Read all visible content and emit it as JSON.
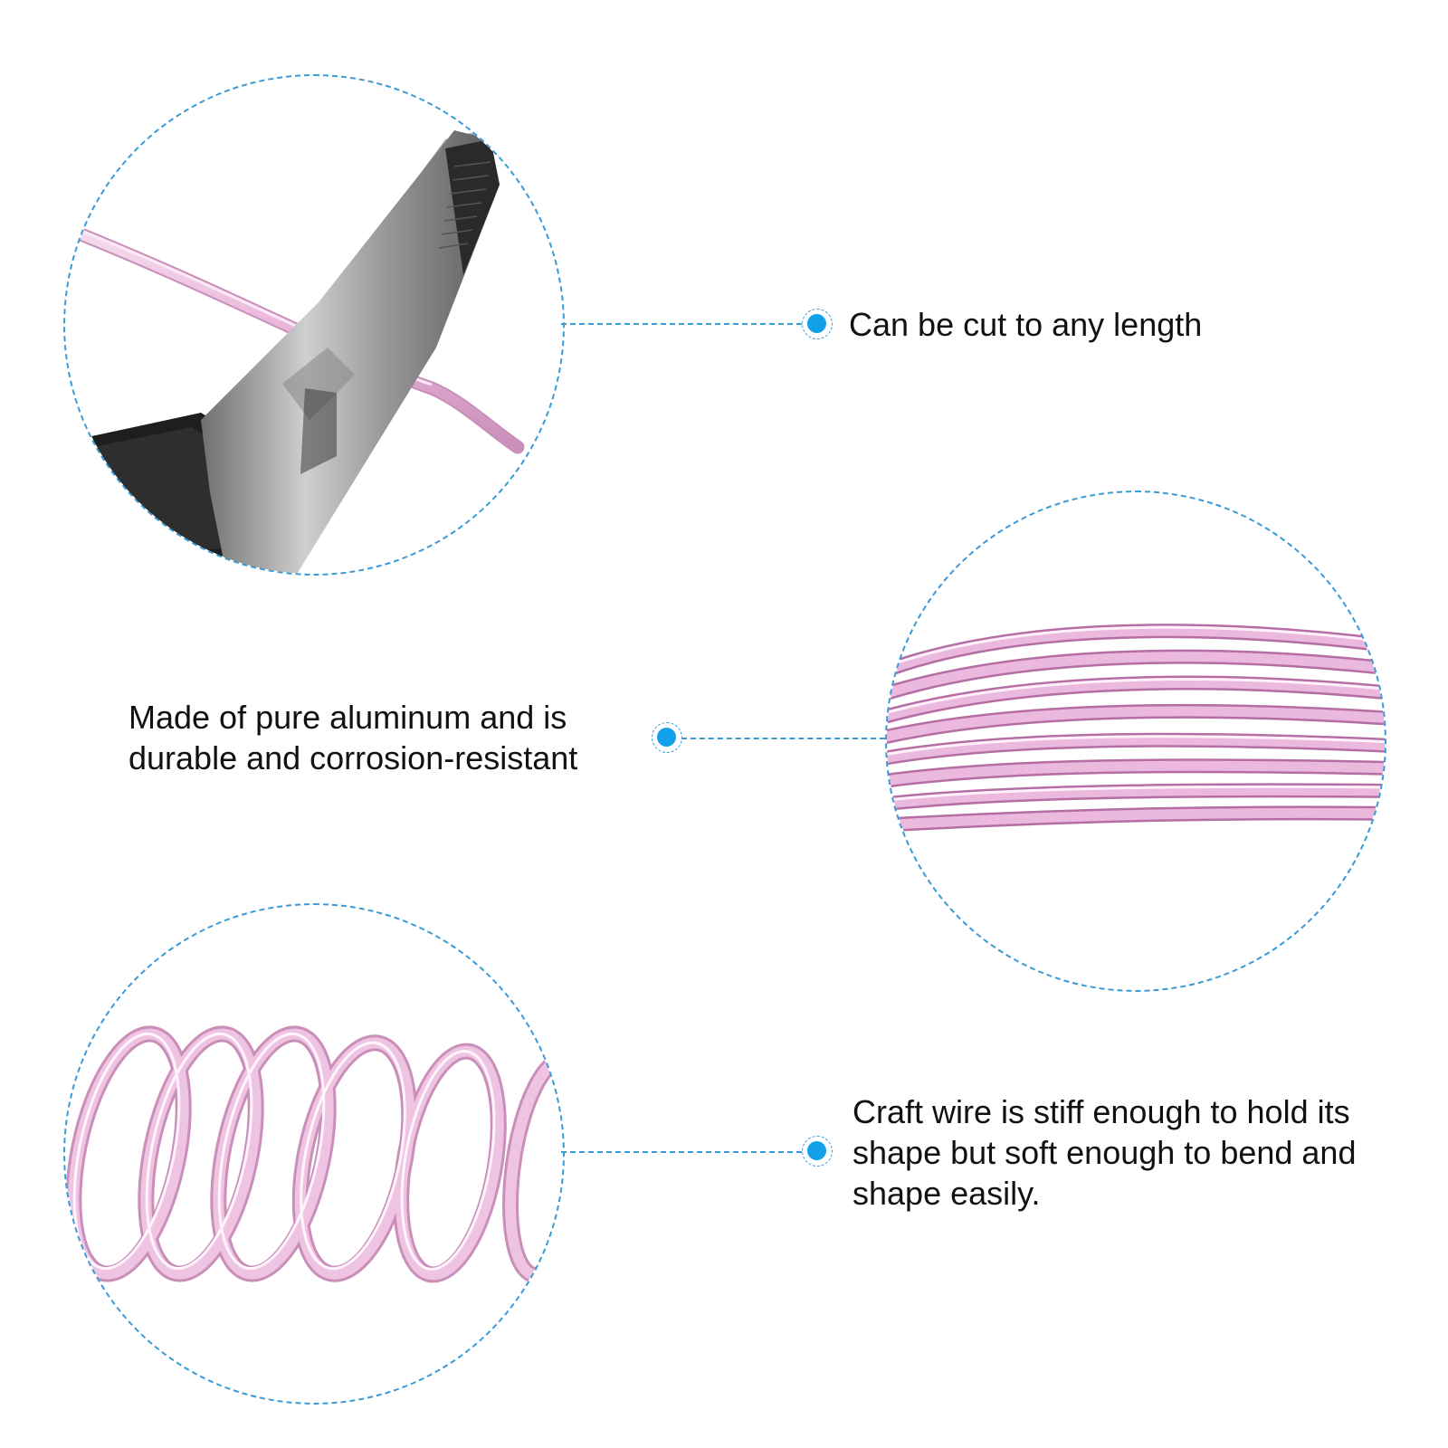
{
  "features": [
    {
      "text": "Can be cut to any length"
    },
    {
      "text": "Made of pure aluminum and is durable and corrosion-resistant"
    },
    {
      "text": "Craft wire is stiff enough to hold its shape but soft enough to bend and shape easily."
    }
  ],
  "colors": {
    "accent": "#12a0e8",
    "dashed_line": "#3a9ad6",
    "wire": "#e9b8dc",
    "text": "#111111"
  },
  "images": [
    {
      "depicts": "pliers-cutting-pink-wire-icon"
    },
    {
      "depicts": "pink-wire-coil-icon"
    },
    {
      "depicts": "pink-wire-spring-icon"
    }
  ]
}
